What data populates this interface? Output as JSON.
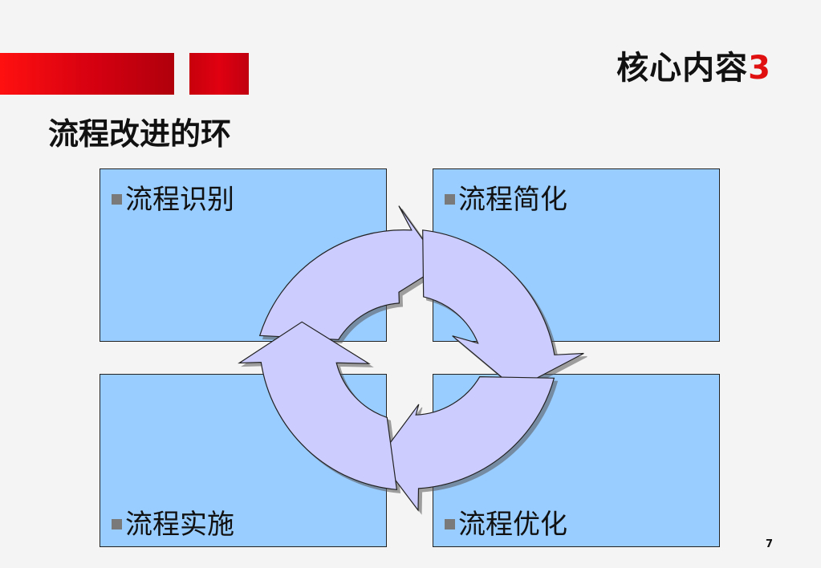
{
  "header": {
    "title": "核心内容",
    "number": "3"
  },
  "slide": {
    "title": "流程改进的环"
  },
  "quadrants": {
    "top_left": "流程识别",
    "top_right": "流程简化",
    "bottom_left": "流程实施",
    "bottom_right": "流程优化"
  },
  "colors": {
    "accent_red": "#e01010",
    "box_fill": "#99ccff",
    "arrow_fill": "#ccccff"
  },
  "page_number": "7"
}
